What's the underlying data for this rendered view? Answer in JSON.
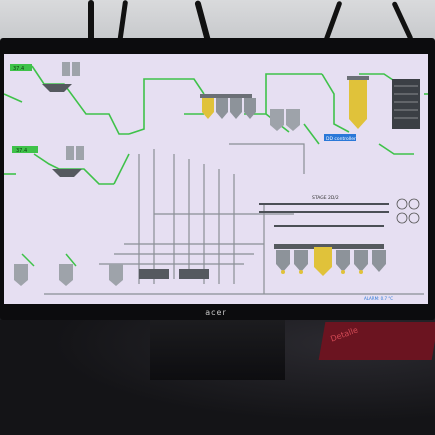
{
  "scene": {
    "monitor_brand": "acer",
    "background_object_text": "Detalle"
  },
  "hmi": {
    "top_left_tag": "37.4",
    "mid_left_tag": "37.4",
    "blue_label": "DD controller",
    "center_label": "STAGE 2D/2",
    "footer_right": "ALARM: 0.7 °C",
    "colors": {
      "screen_bg": "#e6dff2",
      "pipe_green": "#3fc24a",
      "pipe_gray": "#8a8f96",
      "silo_yellow": "#e0c23a",
      "silo_gray": "#8d939a",
      "label_blue": "#2a78d8"
    }
  }
}
